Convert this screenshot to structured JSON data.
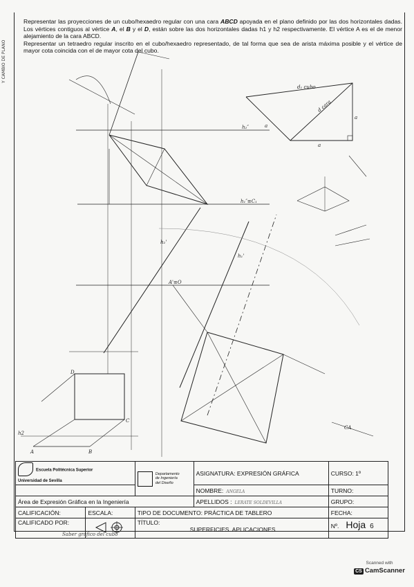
{
  "statement": {
    "line1_pre": "Representar las proyecciones de un cubo/hexaedro regular con una cara ",
    "line1_em": "ABCD",
    "line1_post": " apoyada en el plano definido por las dos horizontales dadas. Los vértices contiguos al vértice ",
    "v_a": "A",
    "sep1": ", el ",
    "v_b": "B",
    "sep2": " y el ",
    "v_d": "D",
    "line1_end": ", están sobre las dos horizontales dadas h1 y h2 respectivamente. El vértice A es el de menor alejamiento de la cara ABCD.",
    "line2": "Representar un tetraedro regular inscrito en el cubo/hexaedro representado, de tal forma que sea de arista máxima posible y el vértice de mayor cota coincida con el de mayor cota del cubo."
  },
  "side_note": "Y CAMBIO DE PLANO",
  "drawing_labels": {
    "h2_top": "h₂″",
    "h1_top": "h₁″≡C₁",
    "h2_mid": "h₂'",
    "h1_mid": "h₁'",
    "a_prime": "A'≡O",
    "d1_cubo": "d₁ cubo",
    "d_cara": "d cara",
    "a1": "a",
    "a2": "a",
    "a3": "a",
    "ca": "CA",
    "h2_low": "h2",
    "vA": "A",
    "vB": "B",
    "vC": "C",
    "vD": "D"
  },
  "title_block": {
    "school_line1": "Escuela Politécnica Superior",
    "school_line2": "Universidad de Sevilla",
    "dept_line1": "Departamento",
    "dept_line2": "de Ingeniería",
    "dept_line3": "del Diseño",
    "area": "Área de Expresión Gráfica en la Ingeniería",
    "asignatura": "ASIGNATURA: EXPRESIÓN GRÁFICA",
    "curso": "CURSO: 1º",
    "nombre_label": "NOMBRE:",
    "nombre_value": "ANGELA",
    "turno": "TURNO:",
    "apellidos_label": "APELLIDOS :",
    "apellidos_value": "LERATE SOLDEVILLA",
    "grupo": "GRUPO:",
    "calificacion": "CALIFICACIÓN:",
    "escala": "ESCALA:",
    "tipo_doc": "TIPO DE DOCUMENTO:   PRÁCTICA DE TABLERO",
    "fecha": "FECHA:",
    "calificado_por": "CALIFICADO POR:",
    "titulo_label": "TÍTULO:",
    "titulo_value": "SUPERFICIES. APLICACIONES",
    "no_label": "Nº.",
    "hoja": "Hoja",
    "hoja_num": "6"
  },
  "footer_note": "Saber gráfico del cubo",
  "scanner": {
    "line1": "Scanned with",
    "badge": "CS",
    "brand": "CamScanner"
  }
}
